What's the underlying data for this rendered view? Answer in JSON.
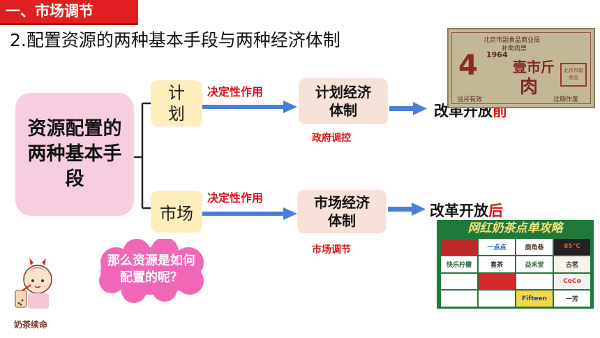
{
  "header": {
    "title": "一、市场调节"
  },
  "subtitle": "2.配置资源的两种基本手段与两种经济体制",
  "main_box": {
    "label": "资源配置的两种基本手段"
  },
  "plan": {
    "label": "计划",
    "arrow_label": "决定性作用",
    "system": "计划经济体制",
    "note": "政府调控",
    "reform": "改革开放",
    "reform_highlight": "前"
  },
  "market": {
    "label": "市场",
    "arrow_label": "决定性作用",
    "system": "市场经济体制",
    "note": "市场调节",
    "reform": "改革开放",
    "reform_highlight": "后"
  },
  "bubble": {
    "text": "那么资源是如何配置的呢？"
  },
  "character": {
    "caption": "奶茶续命"
  },
  "ticket": {
    "top": "北京市副食品商业局",
    "sub": "补助肉票",
    "year": "1964",
    "weight": "壹市斤",
    "amount": "4",
    "meat": "肉",
    "seal": "北京市副食品",
    "left_footer": "当月有效",
    "right_footer": "过期作废"
  },
  "poster": {
    "title": "网红奶茶点单攻略",
    "brands": [
      "",
      "一点点",
      "鹿角巷",
      "85°C",
      "快乐柠檬",
      "喜茶",
      "益禾堂",
      "古茗",
      "",
      "",
      "",
      "CoCo",
      "",
      "",
      "Fifteen",
      "一芳"
    ]
  },
  "colors": {
    "accent_red": "#e0101a",
    "arrow_blue": "#4a7fd8",
    "pink_box": "#f9cde0",
    "yellow_box": "#fdeebb"
  }
}
